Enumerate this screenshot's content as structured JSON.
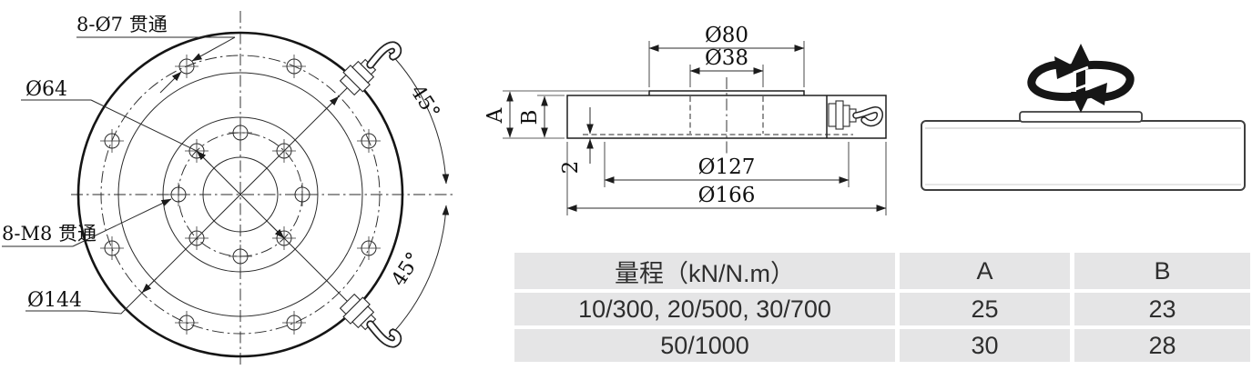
{
  "front_view": {
    "labels": {
      "outer_holes": "8-Ø7 贯通",
      "inner_bolt_circle_dia": "Ø64",
      "inner_holes": "8-M8 贯通",
      "outer_bolt_circle_dia": "Ø144",
      "angle_upper": "45°",
      "angle_lower": "45°"
    }
  },
  "side_view": {
    "labels": {
      "top_plate_dia": "Ø80",
      "center_hub_dia": "Ø38",
      "total_height": "A",
      "body_height": "B",
      "recess_depth": "2",
      "recess_dia": "Ø127",
      "outer_dia": "Ø166"
    }
  },
  "spec_table": {
    "header": {
      "range": "量程（kN/N.m）",
      "col_a": "A",
      "col_b": "B"
    },
    "rows": [
      {
        "range": "10/300, 20/500, 30/700",
        "a": "25",
        "b": "23"
      },
      {
        "range": "50/1000",
        "a": "30",
        "b": "28"
      }
    ]
  },
  "colors": {
    "line": "#1f1f1f",
    "table_cell_bg": "#e5e5e6",
    "table_text": "#2e2e2e"
  }
}
